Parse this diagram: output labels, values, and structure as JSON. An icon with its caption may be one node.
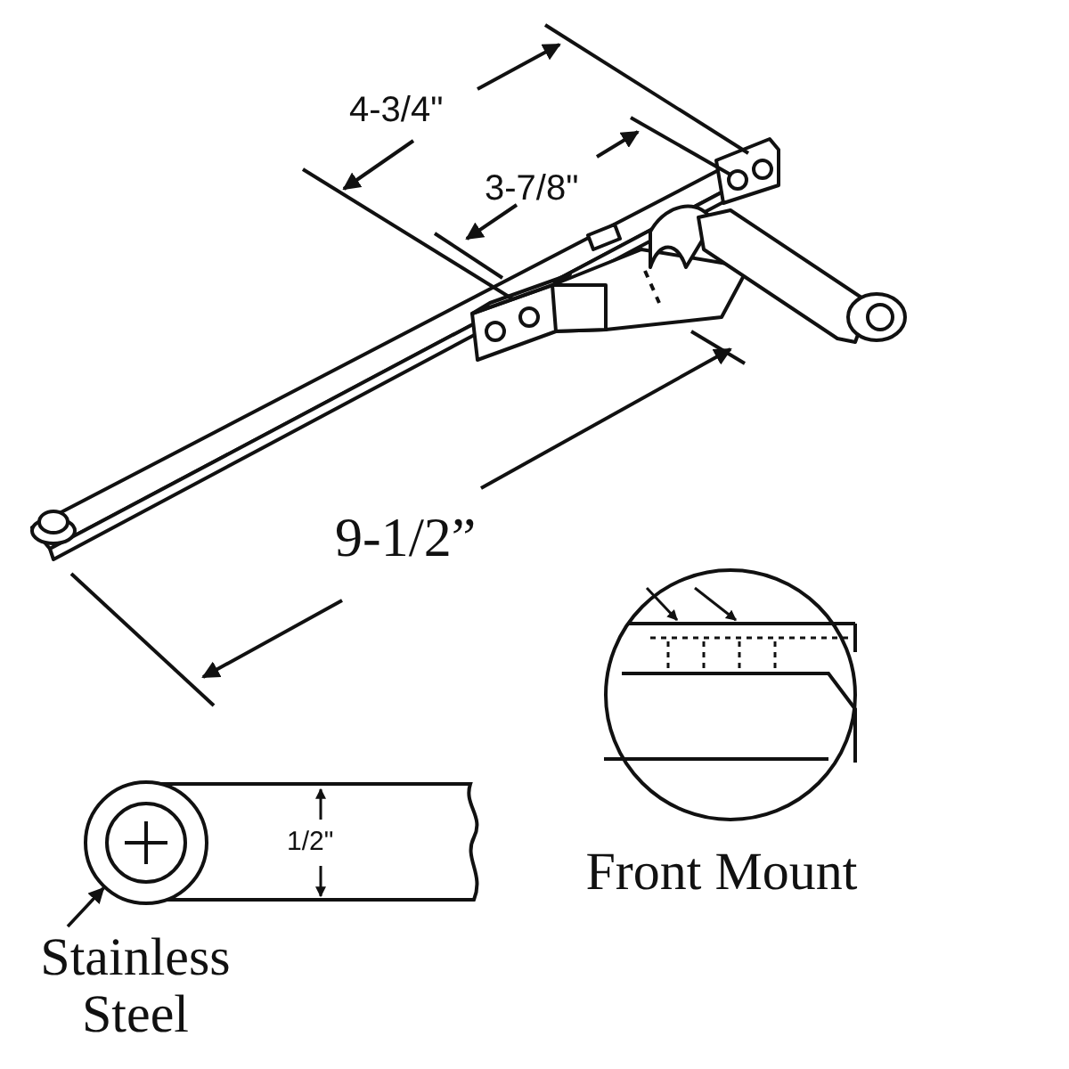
{
  "diagram": {
    "nodes": [
      {
        "text": [
          "Stainless Steel"
        ]
      },
      {
        "text": [],
        "shape": "circle"
      },
      {
        "text": [
          "Front Mount"
        ]
      }
    ],
    "edges": [
      {
        "from": 0,
        "to": 1,
        "arrow": "to"
      }
    ],
    "labels": [
      "4-3/4\"",
      "3-7/8\"",
      "9-1/2”",
      "1/2\""
    ]
  }
}
